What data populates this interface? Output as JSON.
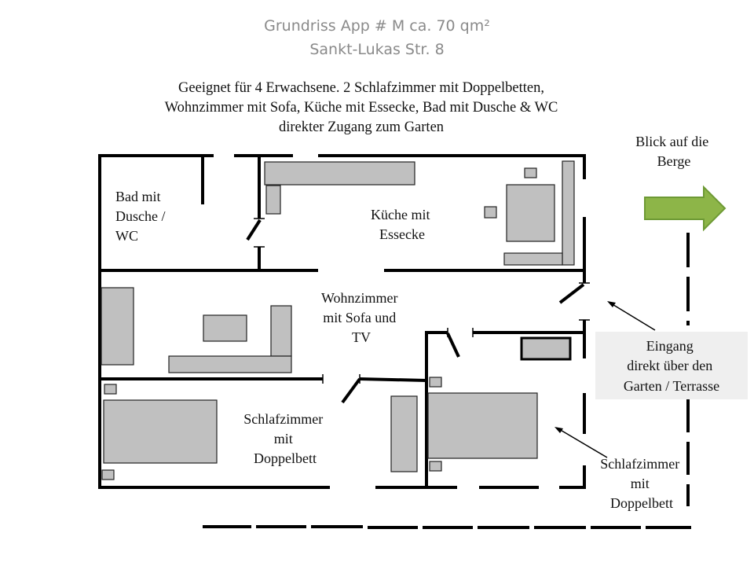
{
  "header": {
    "title": "Grundriss App # M  ca. 70 qm²",
    "address": "Sankt-Lukas Str. 8"
  },
  "description": {
    "lines": [
      "Geeignet für 4 Erwachsene.  2 Schlafzimmer  mit Doppelbetten,",
      "Wohnzimmer  mit Sofa, Küche mit Essecke,  Bad mit Dusche  & WC",
      "direkter  Zugang  zum  Garten"
    ]
  },
  "rooms": {
    "bathroom": {
      "lines": [
        "Bad mit",
        "Dusche /",
        "WC"
      ]
    },
    "kitchen": {
      "lines": [
        "Küche mit",
        "Essecke"
      ]
    },
    "living_room": {
      "lines": [
        "Wohnzimmer",
        "mit Sofa und",
        "TV"
      ]
    },
    "bedroom_1": {
      "lines": [
        "Schlafzimmer",
        "mit",
        "Doppelbett"
      ]
    },
    "bedroom_2": {
      "lines": [
        "Schlafzimmer",
        "mit",
        "Doppelbett"
      ]
    }
  },
  "annotations": {
    "view": {
      "lines": [
        "Blick auf die",
        "Berge"
      ],
      "arrow_color": "#8db548",
      "arrow_border": "#6e9a35"
    },
    "entrance": {
      "lines": [
        "Eingang",
        "direkt über den",
        "Garten / Terrasse"
      ],
      "box_color": "#efefef"
    }
  },
  "colors": {
    "wall": "#000000",
    "furniture": "#c0c0c0",
    "title": "#8a8a8a"
  }
}
